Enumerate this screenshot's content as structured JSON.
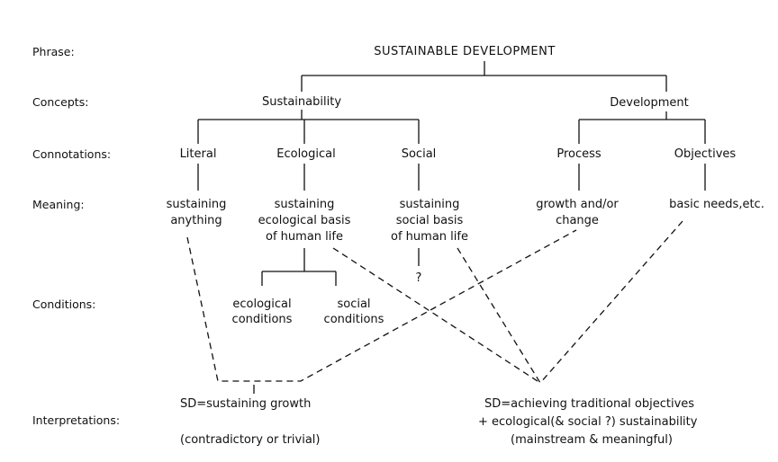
{
  "row_labels": {
    "phrase": "Phrase:",
    "concepts": "Concepts:",
    "connotations": "Connotations:",
    "meaning": "Meaning:",
    "conditions": "Conditions:",
    "interpretations": "Interpretations:"
  },
  "phrase": "SUSTAINABLE DEVELOPMENT",
  "concepts": {
    "sustainability": "Sustainability",
    "development": "Development"
  },
  "connotations": {
    "literal": "Literal",
    "ecological": "Ecological",
    "social": "Social",
    "process": "Process",
    "objectives": "Objectives"
  },
  "meanings": {
    "literal": [
      "sustaining",
      "anything"
    ],
    "ecological": [
      "sustaining",
      "ecological basis",
      "of human life"
    ],
    "social": [
      "sustaining",
      "social basis",
      "of human life"
    ],
    "process": [
      "growth and/or",
      "change"
    ],
    "objectives": "basic needs,etc."
  },
  "social_question": "?",
  "conditions": {
    "ecological": [
      "ecological",
      "conditions"
    ],
    "social": [
      "social",
      "conditions"
    ]
  },
  "interpretations": {
    "left": {
      "title": "SD=sustaining growth",
      "note": "(contradictory or trivial)"
    },
    "right": {
      "lines": [
        "SD=achieving traditional objectives",
        "+ ecological(& social ?) sustainability",
        "(mainstream & meaningful)"
      ]
    }
  }
}
